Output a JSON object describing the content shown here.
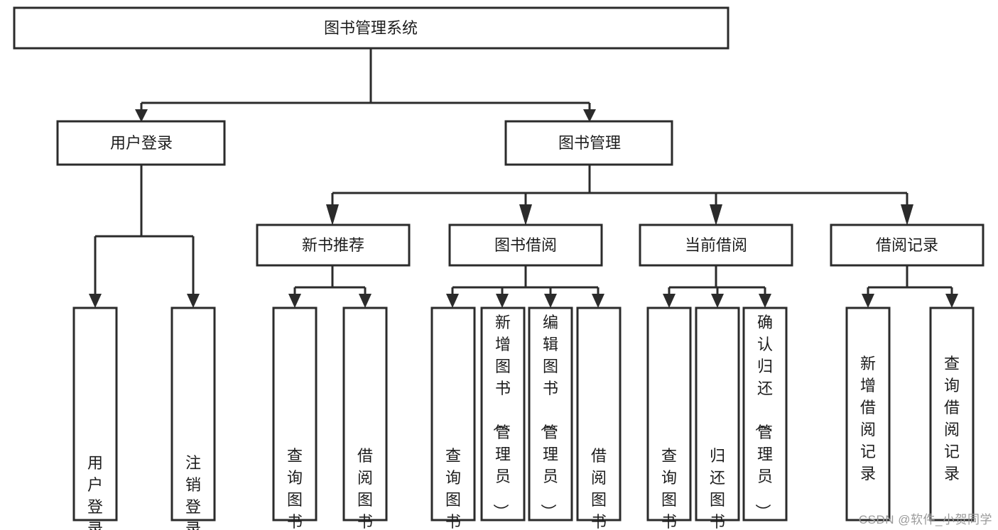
{
  "diagram": {
    "type": "tree-hierarchy",
    "title": "图书管理系统",
    "colors": {
      "stroke": "#2b2b2b",
      "fill": "#ffffff",
      "text": "#1d1d1d",
      "background": "#ffffff",
      "watermark": "#9a9a9a"
    },
    "root": {
      "label": "图书管理系统"
    },
    "level2": [
      {
        "label": "用户登录"
      },
      {
        "label": "图书管理"
      }
    ],
    "level3": [
      {
        "label": "新书推荐"
      },
      {
        "label": "图书借阅"
      },
      {
        "label": "当前借阅"
      },
      {
        "label": "借阅记录"
      }
    ],
    "leaves": {
      "user_login": [
        {
          "label": "用户登录"
        },
        {
          "label": "注销登录"
        }
      ],
      "new_book_recommend": [
        {
          "label": "查询图书"
        },
        {
          "label": "借阅图书"
        }
      ],
      "book_borrow": [
        {
          "label": "查询图书"
        },
        {
          "label": "新增图书（管理员）"
        },
        {
          "label": "编辑图书（管理员）"
        },
        {
          "label": "借阅图书"
        }
      ],
      "current_borrow": [
        {
          "label": "查询图书"
        },
        {
          "label": "归还图书"
        },
        {
          "label": "确认归还（管理员）"
        }
      ],
      "borrow_records": [
        {
          "label": "新增借阅记录"
        },
        {
          "label": "查询借阅记录"
        }
      ]
    }
  },
  "watermark": {
    "text": "CSDN @软件_小贺同学"
  }
}
